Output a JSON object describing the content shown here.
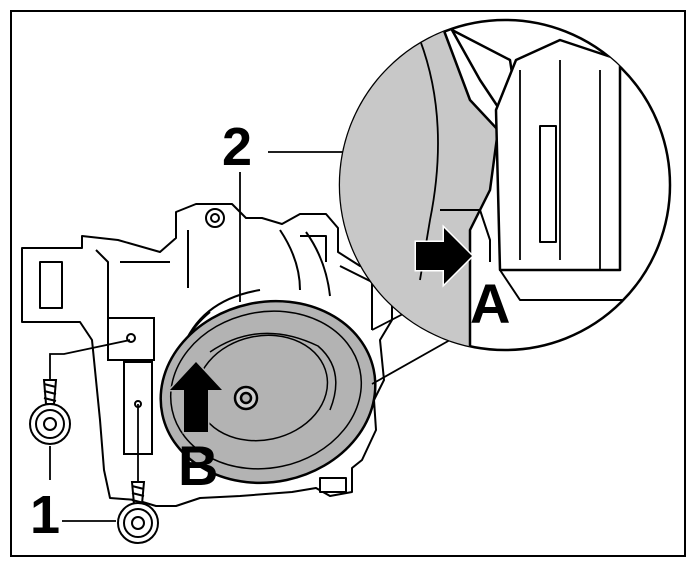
{
  "diagram": {
    "callouts": {
      "part_1": "1",
      "part_2": "2",
      "detail_A": "A",
      "direction_B": "B"
    },
    "colors": {
      "line": "#000000",
      "part_fill": "#b3b3b3",
      "detail_fill": "#c8c8c8",
      "background": "#ffffff"
    },
    "icons": {
      "arrow_A": "arrow-right-icon",
      "arrow_B": "arrow-up-icon",
      "screw": "torx-screw-icon"
    }
  }
}
